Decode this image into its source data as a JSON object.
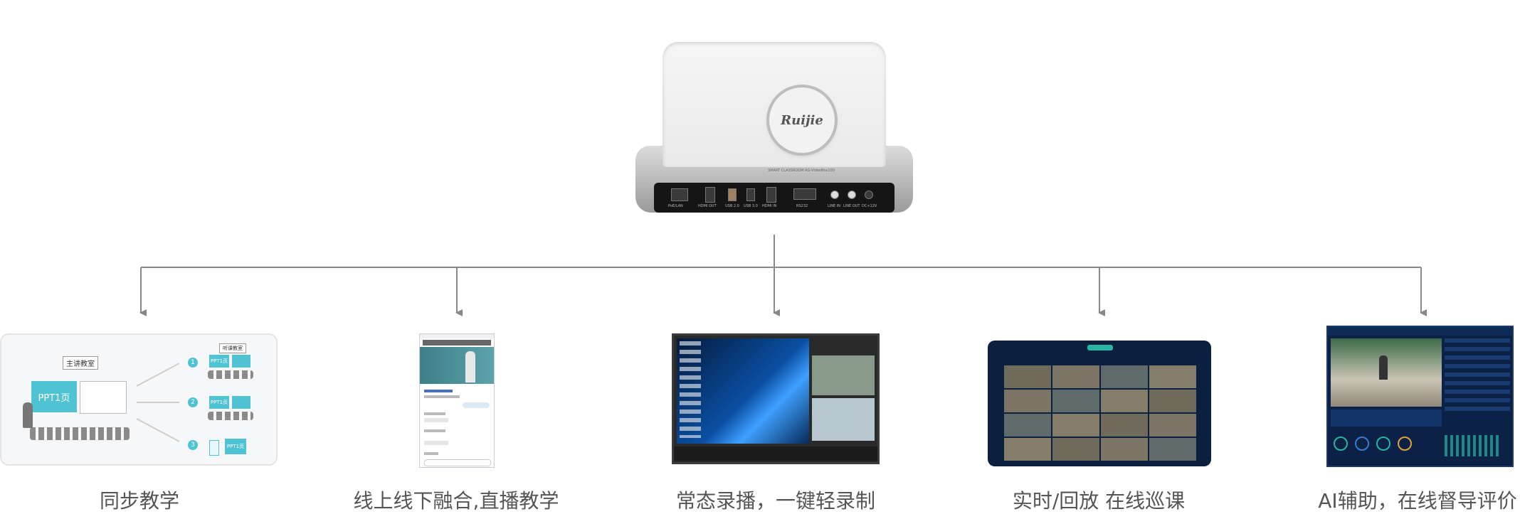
{
  "device": {
    "brand": "Ruijie",
    "model_text": "SMART CLASSROOM RG-VideoBox100",
    "ports": [
      "PoE/LAN",
      "HDMI OUT",
      "USB 2.0",
      "USB 3.0",
      "HDMI IN",
      "RS232",
      "LINE IN",
      "LINE OUT",
      "DC+12V"
    ]
  },
  "features": [
    {
      "caption": "同步教学",
      "thumb": {
        "room_label": "主讲教室",
        "screen_text": "PPT1页",
        "remote_label": "听课教室",
        "small_screen_text": "PPT1页",
        "steps": [
          "1",
          "2",
          "3"
        ]
      }
    },
    {
      "caption": "线上线下融合,直播教学"
    },
    {
      "caption": "常态录播，一键轻录制"
    },
    {
      "caption": "实时/回放 在线巡课"
    },
    {
      "caption": "AI辅助，在线督导评价"
    }
  ],
  "colors": {
    "connector": "#888888",
    "caption_text": "#555555",
    "accent_teal": "#4fc3d3",
    "dashboard_navy": "#0c2146"
  }
}
